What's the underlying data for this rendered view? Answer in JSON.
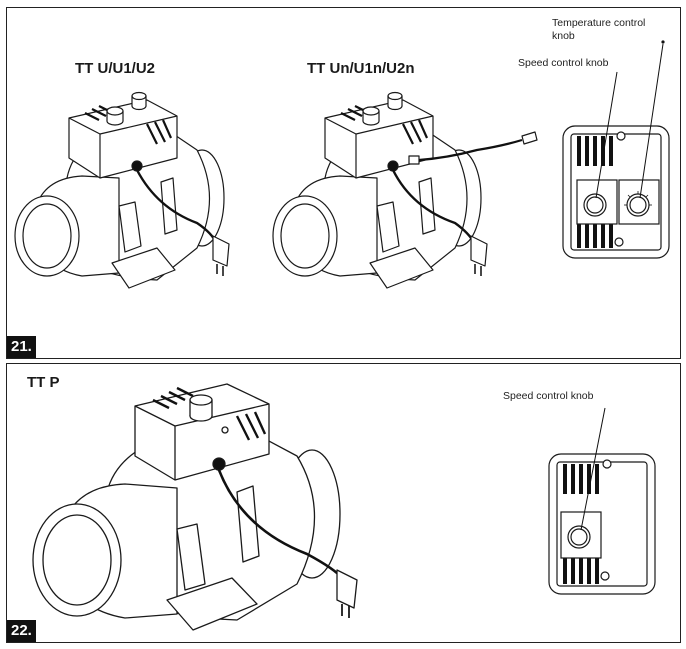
{
  "figures": [
    {
      "number": "21.",
      "models": [
        "TT U/U1/U2",
        "TT Un/U1n/U2n"
      ],
      "callouts": {
        "temperature_line1": "Temperature control",
        "temperature_line2": "knob",
        "speed": "Speed control knob"
      }
    },
    {
      "number": "22.",
      "models": [
        "TT P"
      ],
      "callouts": {
        "speed": "Speed control knob"
      }
    }
  ],
  "colors": {
    "line": "#1a1a1a",
    "fill": "#ffffff",
    "dark": "#111111"
  }
}
